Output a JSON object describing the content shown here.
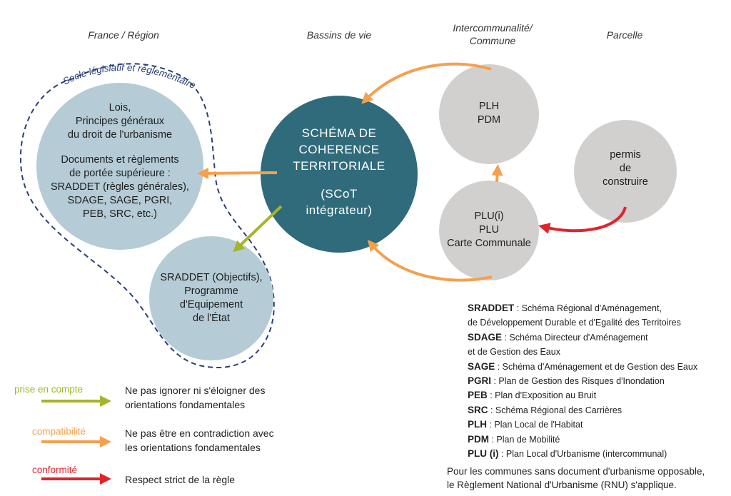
{
  "columns": {
    "france_region": "France / Région",
    "bassins": "Bassins de vie",
    "intercommunalite_line1": "Intercommunalité/",
    "intercommunalite_line2": "Commune",
    "parcelle": "Parcelle"
  },
  "socle_label": "Socle législatif et réglementaire",
  "circles": {
    "lois": {
      "lines": [
        "Lois,",
        "Principes généraux",
        "du droit de l'urbanisme",
        "",
        "Documents et règlements",
        "de portée supérieure :",
        "SRADDET (règles générales),",
        "SDAGE, SAGE, PGRI,",
        "PEB, SRC, etc.)"
      ]
    },
    "sraddet": {
      "lines": [
        "SRADDET (Objectifs),",
        "Programme",
        "d'Equipement",
        "de l'État"
      ]
    },
    "scot": {
      "lines": [
        "SCHÉMA DE",
        "COHERENCE",
        "TERRITORIALE",
        "",
        "(SCoT",
        "intégrateur)"
      ],
      "color": "#2f6b7b"
    },
    "plh": {
      "lines": [
        "PLH",
        "PDM"
      ]
    },
    "plu": {
      "lines": [
        "PLU(i)",
        "PLU",
        "Carte Communale"
      ]
    },
    "permis": {
      "lines": [
        "permis",
        "de",
        "construire"
      ]
    }
  },
  "colors": {
    "blue_circle": "#b5ccd6",
    "grey_circle": "#d2d0cf",
    "scot": "#2f6b7b",
    "prise_en_compte": "#a5b52a",
    "compatibilite": "#f4a04f",
    "conformite": "#e0232d",
    "dashed": "#2a3f7a"
  },
  "legend": [
    {
      "label": "prise en compte",
      "desc": [
        "Ne pas ignorer ni s'éloigner des",
        "orientations fondamentales"
      ],
      "color": "#a5b52a"
    },
    {
      "label": "compatibilité",
      "desc": [
        "Ne pas être en contradiction avec",
        "les orientations fondamentales"
      ],
      "color": "#f4a04f"
    },
    {
      "label": "conformité",
      "desc": [
        "Respect strict de la règle"
      ],
      "color": "#e0232d"
    }
  ],
  "glossary": [
    {
      "abbr": "SRADDET",
      "def": " : Schéma Régional d'Aménagement,"
    },
    {
      "abbr": "",
      "def": "de Développement Durable et d'Egalité des Territoires"
    },
    {
      "abbr": "SDAGE",
      "def": " : Schéma Directeur d'Aménagement"
    },
    {
      "abbr": "",
      "def": "et de Gestion des Eaux"
    },
    {
      "abbr": "SAGE",
      "def": " : Schéma d'Aménagement et de Gestion des Eaux"
    },
    {
      "abbr": "PGRI",
      "def": " : Plan de Gestion des Risques d'Inondation"
    },
    {
      "abbr": "PEB",
      "def": " : Plan d'Exposition au Bruit"
    },
    {
      "abbr": "SRC",
      "def": " : Schéma Régional des Carrières"
    },
    {
      "abbr": "PLH",
      "def": " : Plan Local de l'Habitat"
    },
    {
      "abbr": "PDM",
      "def": " : Plan de Mobilité"
    },
    {
      "abbr": "PLU (i)",
      "def": " : Plan Local d'Urbanisme (intercommunal)"
    }
  ],
  "footnote": {
    "line1": "Pour les communes sans document d'urbanisme opposable,",
    "line2": "le Règlement National d'Urbanisme (RNU) s'applique."
  }
}
